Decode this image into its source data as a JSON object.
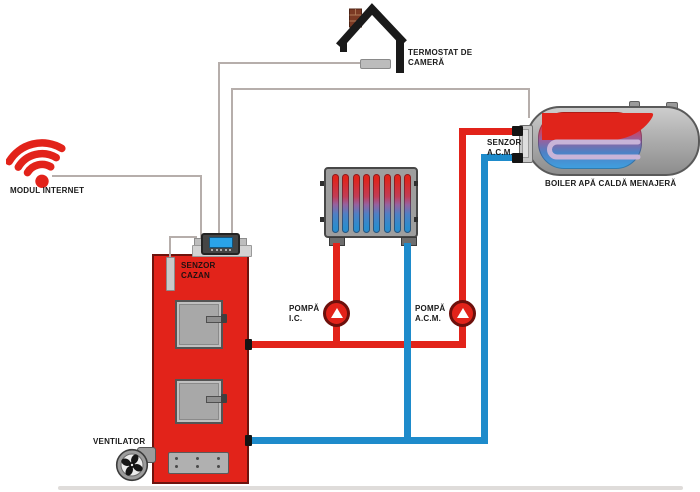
{
  "labels": {
    "termostat": [
      "TERMOSTAT DE",
      "CAMERĂ"
    ],
    "modul_internet": "MODUL INTERNET",
    "senzor_cazan": [
      "SENZOR",
      "CAZAN"
    ],
    "senzor_acm": [
      "SENZOR",
      "A.C.M."
    ],
    "boiler": "BOILER APĂ CALDĂ MENAJERĂ",
    "pompa_ic": [
      "POMPĂ",
      "I.C."
    ],
    "pompa_acm": [
      "POMPĂ",
      "A.C.M."
    ],
    "ventilator": "VENTILATOR"
  },
  "colors": {
    "hot_pipe": "#e2231a",
    "cold_pipe": "#1e8bcb",
    "boiler_body": "#e2231a",
    "wire": "#b6aeab",
    "wifi_icon": "#e2231a",
    "panel_screen": "#2aa3e8"
  }
}
